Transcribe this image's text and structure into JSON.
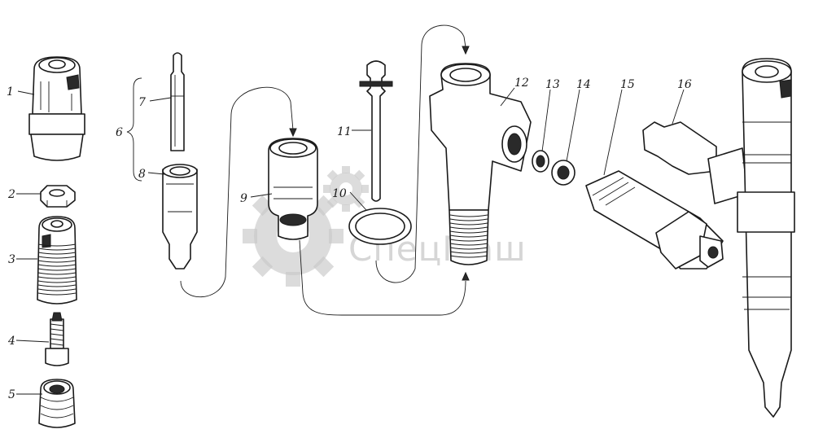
{
  "diagram": {
    "labels": [
      "1",
      "2",
      "3",
      "4",
      "5",
      "6",
      "7",
      "8",
      "9",
      "10",
      "11",
      "12",
      "13",
      "14",
      "15",
      "16"
    ]
  },
  "watermark": {
    "text": "СпецМаш"
  }
}
